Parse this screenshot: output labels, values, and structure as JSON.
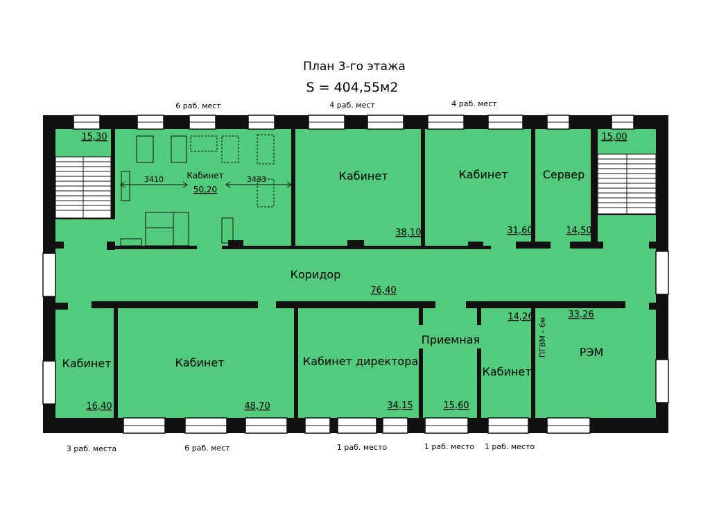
{
  "title": "План 3-го этажа",
  "area_total": "S = 404,55м2",
  "colors": {
    "room": "#52cb7c",
    "wall": "#111111",
    "window": "#ffffff"
  },
  "workplaces": {
    "top_left": "6 раб. мест",
    "top_mid": "4 раб. мест",
    "top_right": "4 раб. мест",
    "bottom_1": "3 раб. места",
    "bottom_2": "6 раб. мест",
    "bottom_3": "1 раб. место",
    "bottom_4": "1 раб. место",
    "bottom_5": "1 раб. место"
  },
  "rooms": {
    "stair_left_area": "15,30",
    "stair_right_area": "15,00",
    "big_office": {
      "name": "Кабинет",
      "area": "50,20",
      "dim_left": "3410",
      "dim_right": "3433"
    },
    "office_top_2": {
      "name": "Кабинет",
      "area": "38,10"
    },
    "office_top_3": {
      "name": "Кабинет",
      "area": "31,60"
    },
    "server": {
      "name": "Сервер",
      "area": "14,50"
    },
    "corridor": {
      "name": "Коридор",
      "area": "76,40"
    },
    "office_bottom_1": {
      "name": "Кабинет",
      "area": "16,40"
    },
    "office_bottom_2": {
      "name": "Кабинет",
      "area": "48,70"
    },
    "director": {
      "name": "Кабинет директора",
      "area": "34,15"
    },
    "reception": {
      "name": "Приемная",
      "area": "15,60"
    },
    "office_bottom_small": {
      "name": "Кабинет",
      "area": "14,26"
    },
    "shaft_label": "ПГВМ - 6м",
    "rem": {
      "name": "РЭМ",
      "area": "33,26"
    }
  }
}
